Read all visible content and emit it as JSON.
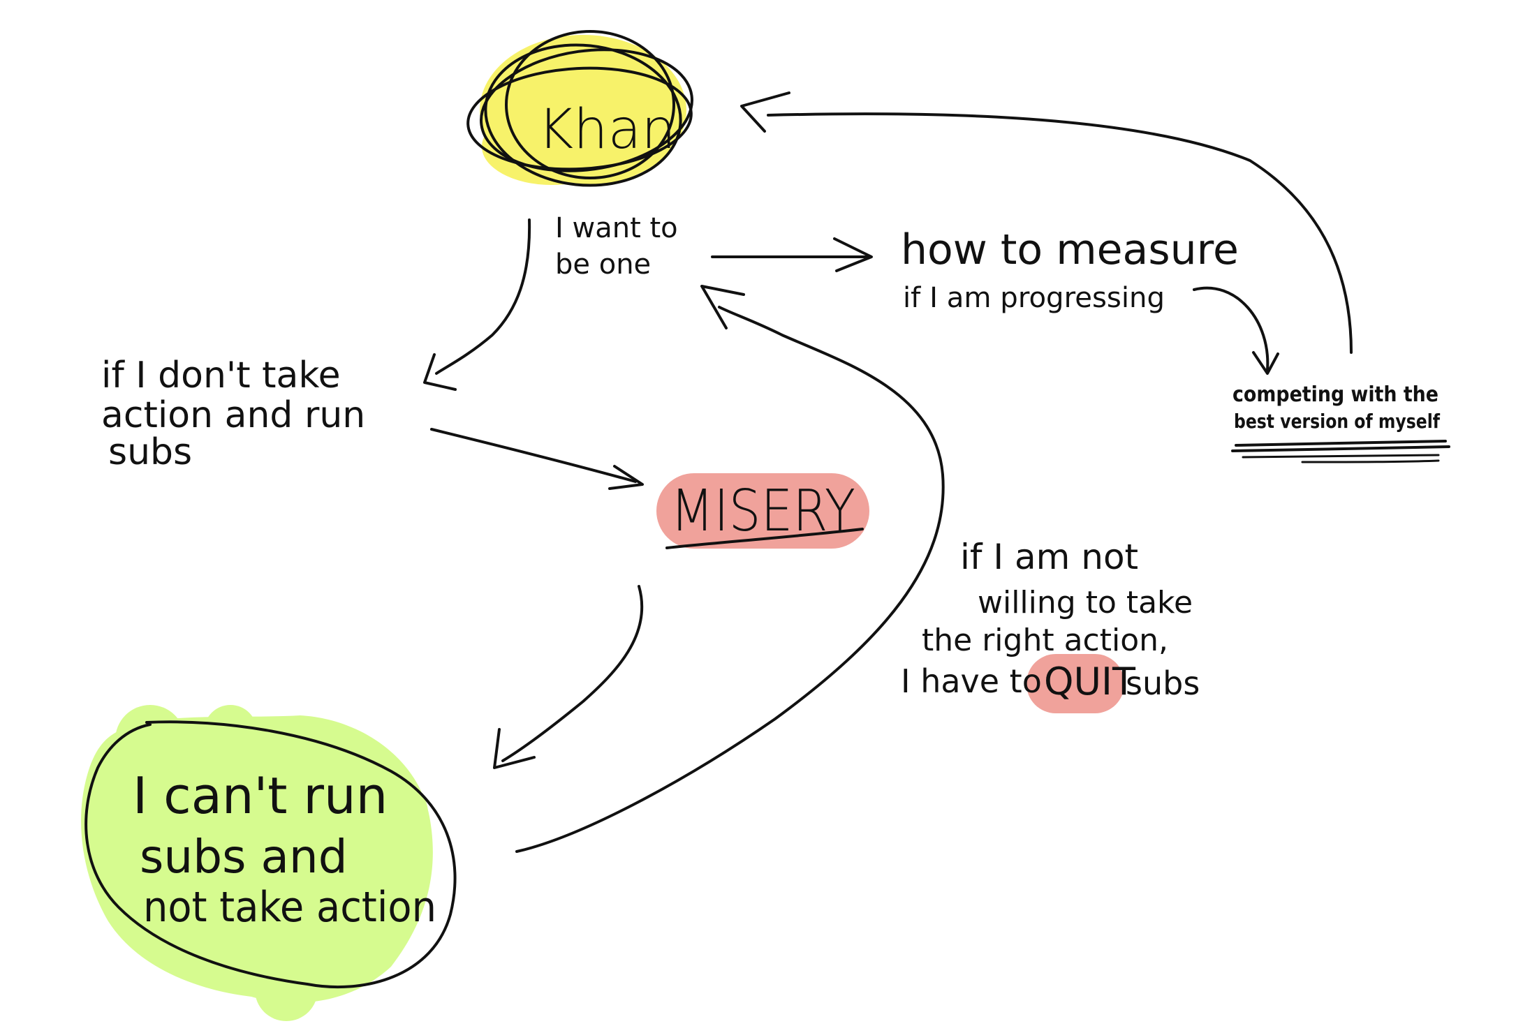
{
  "colors": {
    "ink": "#111111",
    "background": "#ffffff",
    "khan_highlight": "#f7f26a",
    "misery_highlight": "#f0a29b",
    "quit_highlight": "#f0a29b",
    "cant_highlight": "#d6fb8f"
  },
  "nodes": {
    "khan": "Khan",
    "want": [
      "I want to",
      "be one"
    ],
    "measure": "how to measure",
    "progressing": "if I am progressing",
    "competing": [
      "competing with the",
      "best version of myself"
    ],
    "dont_take": [
      "if I don't take",
      "action and run",
      "subs"
    ],
    "misery": "MISERY",
    "not_willing": [
      "if I am not",
      "willing to take",
      "the right action,"
    ],
    "have_to": "I have to",
    "quit": "QUIT",
    "subs": "subs",
    "cant_run": [
      "I can't run",
      "subs and",
      "not take action"
    ]
  }
}
